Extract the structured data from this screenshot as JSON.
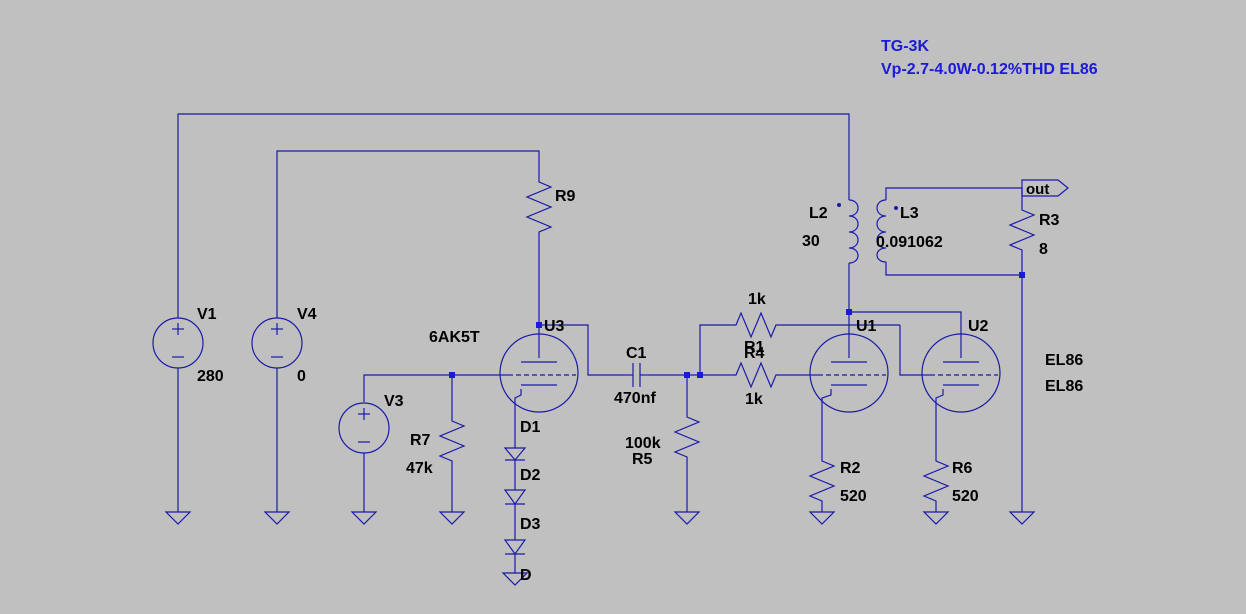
{
  "notes": {
    "line1": "TG-3K",
    "line2": "Vp-2.7-4.0W-0.12%THD EL86"
  },
  "labels": {
    "V1": "V1",
    "V1_value": "280",
    "V4": "V4",
    "V4_value": "0",
    "V3": "V3",
    "R7": "R7",
    "R7_value": "47k",
    "R9": "R9",
    "U3": "U3",
    "U3_model": "6AK5T",
    "D1": "D1",
    "D2": "D2",
    "D3": "D3",
    "D_bottom": "D",
    "C1": "C1",
    "C1_value": "470nf",
    "R5": "R5",
    "R5_value": "100k",
    "R1_value": "1k",
    "R1": "R1",
    "R4": "R4",
    "R4_value": "1k",
    "L2": "L2",
    "L2_value": "30",
    "L3": "L3",
    "L3_value": "0.091062",
    "R3": "R3",
    "R3_value": "8",
    "out": "out",
    "U1": "U1",
    "U2": "U2",
    "U1_model": "EL86",
    "U2_model": "EL86",
    "R2": "R2",
    "R2_value": "520",
    "R6": "R6",
    "R6_value": "520"
  }
}
